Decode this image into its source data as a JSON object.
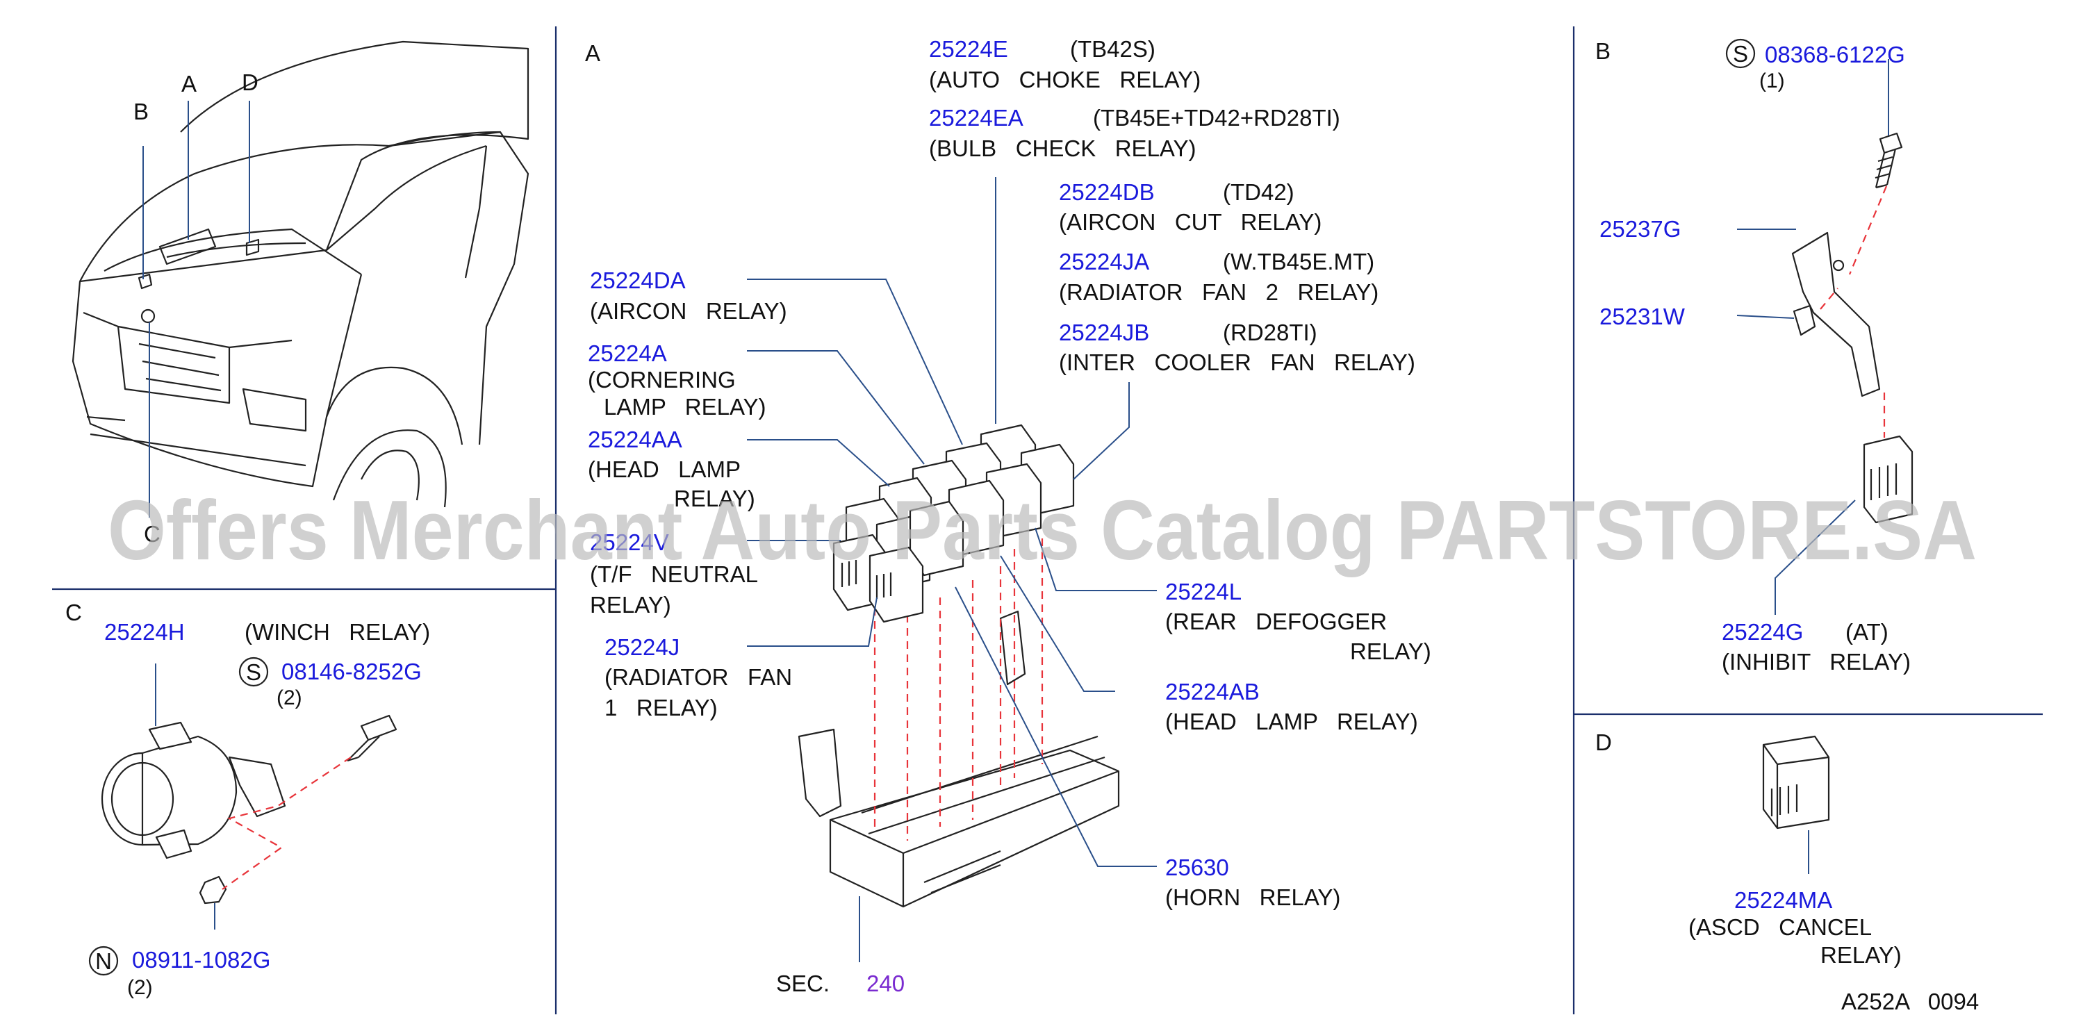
{
  "panels": {
    "a": "A",
    "b": "B",
    "c": "C",
    "d": "D"
  },
  "vehicle": {
    "callout_a": "A",
    "callout_b": "B",
    "callout_c": "C",
    "callout_d": "D"
  },
  "panel_a": {
    "e": {
      "pn": "25224E",
      "cond": "(TB42S)",
      "desc": "(AUTO   CHOKE   RELAY)"
    },
    "ea": {
      "pn": "25224EA",
      "cond": "(TB45E+TD42+RD28TI)",
      "desc": "(BULB   CHECK   RELAY)"
    },
    "db": {
      "pn": "25224DB",
      "cond": "(TD42)",
      "desc": "(AIRCON   CUT   RELAY)"
    },
    "ja": {
      "pn": "25224JA",
      "cond": "(W.TB45E.MT)",
      "desc": "(RADIATOR   FAN   2   RELAY)"
    },
    "jb": {
      "pn": "25224JB",
      "cond": "(RD28TI)",
      "desc": "(INTER   COOLER   FAN   RELAY)"
    },
    "da": {
      "pn": "25224DA",
      "desc": "(AIRCON   RELAY)"
    },
    "a": {
      "pn": "25224A",
      "desc1": "(CORNERING",
      "desc2": "LAMP   RELAY)"
    },
    "aa": {
      "pn": "25224AA",
      "desc1": "(HEAD   LAMP",
      "desc2": "RELAY)"
    },
    "v": {
      "pn": "25224V",
      "desc1": "(T/F   NEUTRAL",
      "desc2": "RELAY)"
    },
    "j": {
      "pn": "25224J",
      "desc1": "(RADIATOR   FAN",
      "desc2": "1   RELAY)"
    },
    "l": {
      "pn": "25224L",
      "desc1": "(REAR   DEFOGGER",
      "desc2": "RELAY)"
    },
    "ab": {
      "pn": "25224AB",
      "desc": "(HEAD   LAMP   RELAY)"
    },
    "horn": {
      "pn": "25630",
      "desc": "(HORN   RELAY)"
    },
    "sec": {
      "label": "SEC.",
      "number": "240"
    }
  },
  "panel_b": {
    "bolt": {
      "symbol": "S",
      "pn": "08368-6122G",
      "qty": "(1)"
    },
    "bracket": {
      "pn": "25237G"
    },
    "clip": {
      "pn": "25231W"
    },
    "relay": {
      "pn": "25224G",
      "cond": "(AT)",
      "desc": "(INHIBIT   RELAY)"
    }
  },
  "panel_c": {
    "relay": {
      "pn": "25224H",
      "desc": "(WINCH   RELAY)"
    },
    "bolt": {
      "symbol": "S",
      "pn": "08146-8252G",
      "qty": "(2)"
    },
    "nut": {
      "symbol": "N",
      "pn": "08911-1082G",
      "qty": "(2)"
    }
  },
  "panel_d": {
    "relay": {
      "pn": "25224MA",
      "desc1": "(ASCD   CANCEL",
      "desc2": "RELAY)"
    }
  },
  "diagram_code": "A252A   0094",
  "watermark": "Offers Merchant Auto Parts Catalog PARTSTORE.SA"
}
